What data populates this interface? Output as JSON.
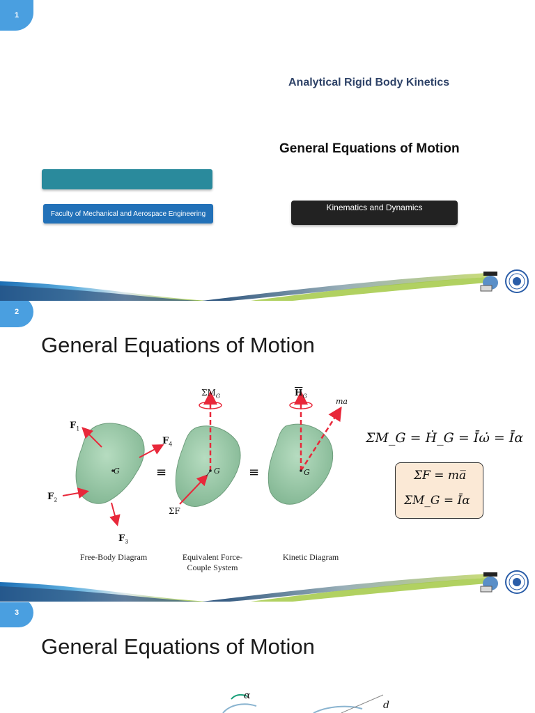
{
  "slides": [
    {
      "number": "1",
      "deck_title": "Analytical Rigid Body Kinetics",
      "main_title": "General Equations of Motion",
      "faculty": "Faculty of Mechanical and Aerospace Engineering",
      "course": "Kinematics and Dynamics"
    },
    {
      "number": "2",
      "title": "General Equations of Motion",
      "figure": {
        "forces": [
          "F",
          "F",
          "F",
          "F"
        ],
        "force_subscripts": [
          "1",
          "2",
          "3",
          "4"
        ],
        "sum_f": "ΣF",
        "center": "G",
        "equiv": "≡",
        "sum_mg_label": "ΣM",
        "hg_label": "H",
        "ma_label": "ma",
        "sub_g": "G",
        "captions": [
          "Free-Body Diagram",
          "Equivalent Force-",
          "Couple System",
          "Kinetic Diagram"
        ]
      },
      "equations": {
        "eq1": "ΣM_G = Ḣ_G = Īω̇ = Īα",
        "box1": "ΣF = ma̅",
        "box2": "ΣM_G = Īα"
      }
    },
    {
      "number": "3",
      "title": "General Equations of Motion",
      "partial_labels": [
        "α",
        "d"
      ]
    }
  ],
  "colors": {
    "badge": "#4a9fe0",
    "deck_title": "#2f4368",
    "teal_bar": "#2a8a9c",
    "faculty_box": "#2271b8",
    "course_box": "#222222",
    "body_fill": "#9cc9a8",
    "arrow": "#e8283a",
    "eq_box": "#fbe9d6"
  },
  "icons": [
    "mascot-logo-icon",
    "university-seal-icon"
  ]
}
